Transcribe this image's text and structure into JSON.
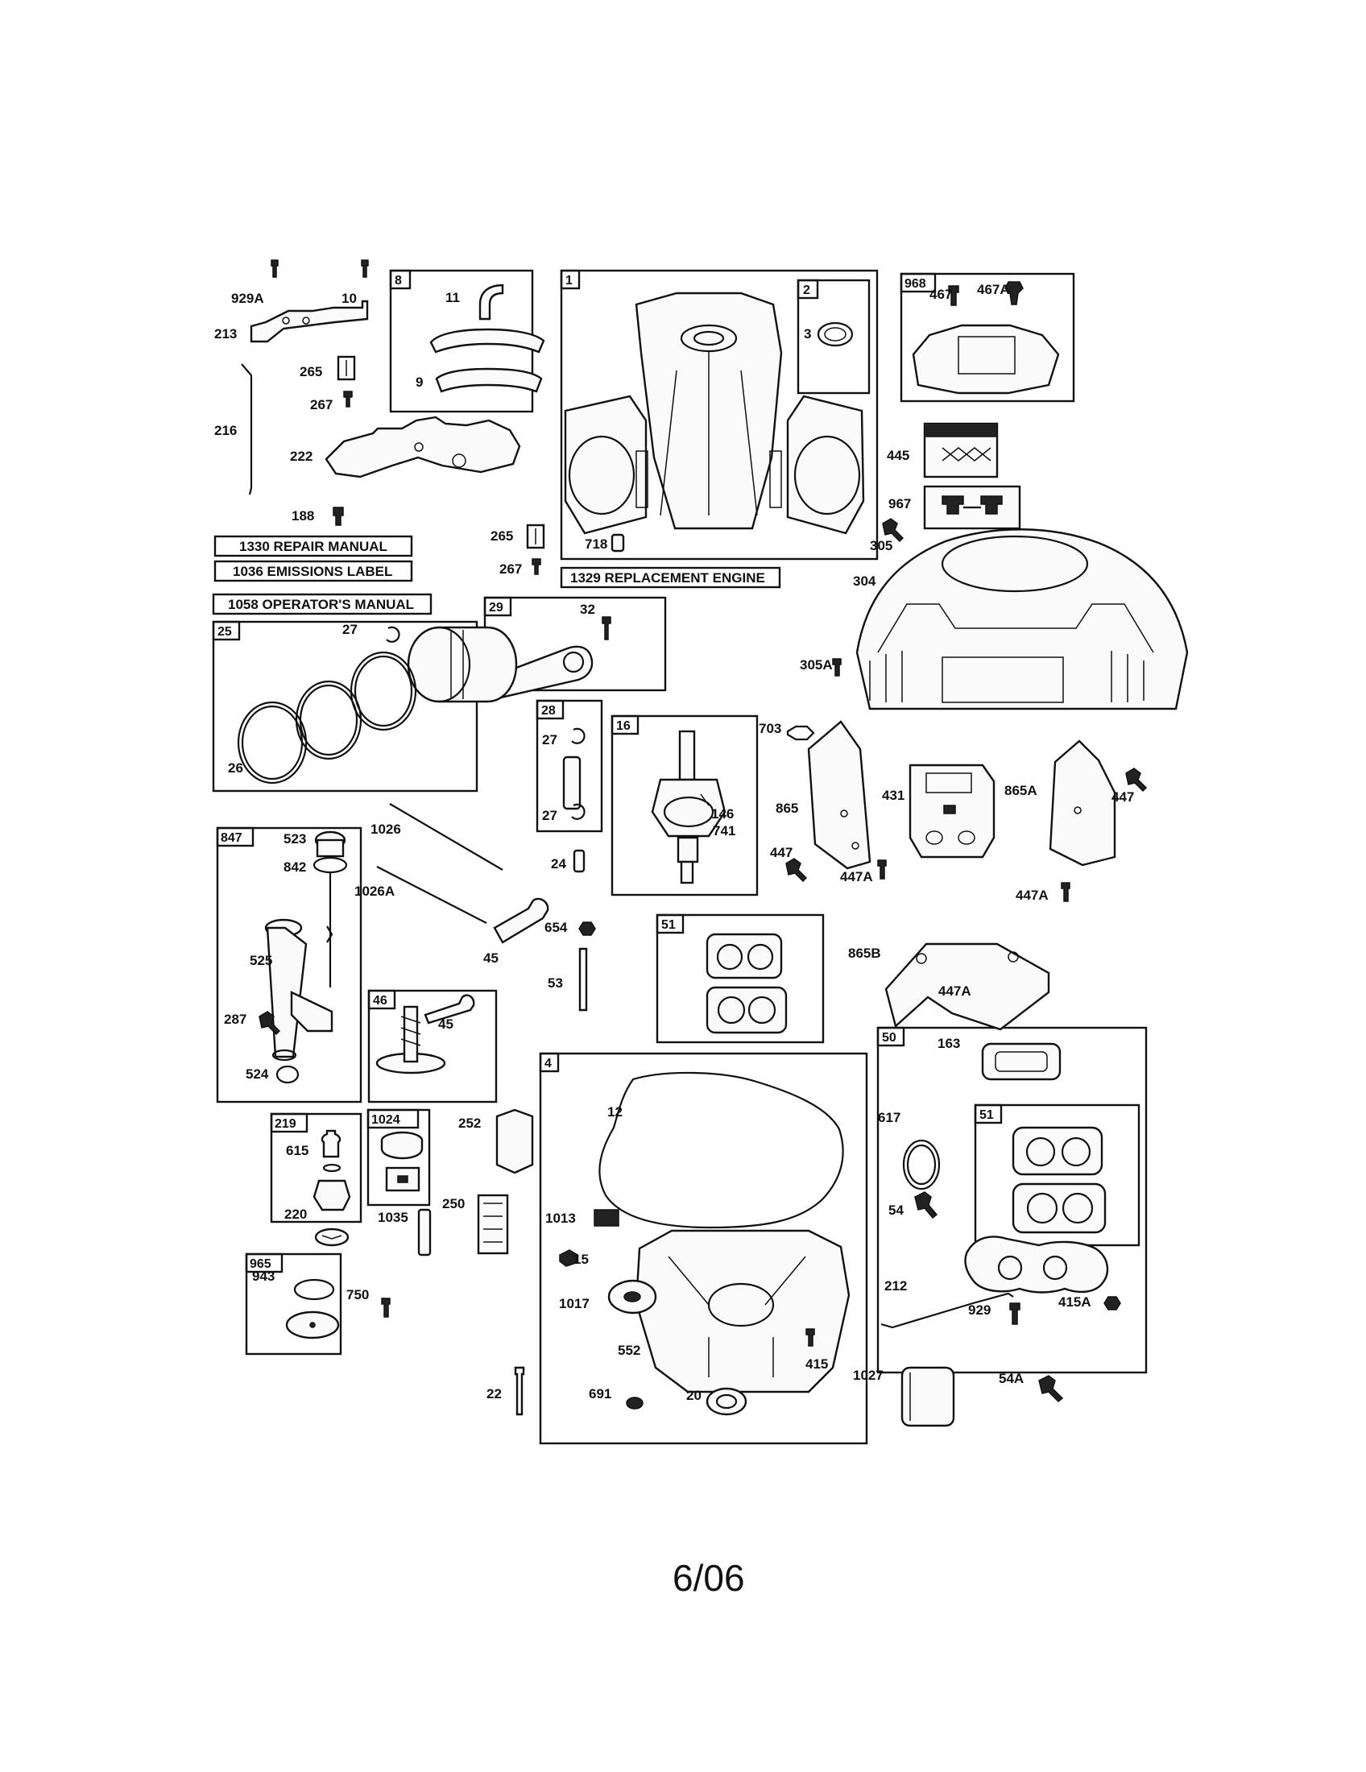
{
  "boxes": {
    "b8": "8",
    "b1": "1",
    "b2": "2",
    "b968": "968",
    "b29": "29",
    "b25": "25",
    "b28": "28",
    "b16": "16",
    "b847": "847",
    "b46": "46",
    "b51a": "51",
    "b4": "4",
    "b50": "50",
    "b51b": "51",
    "b219": "219",
    "b1024": "1024",
    "b965": "965"
  },
  "notes": {
    "repair_manual": "1330 REPAIR MANUAL",
    "emissions_label": "1036 EMISSIONS LABEL",
    "operators_manual": "1058 OPERATOR'S MANUAL",
    "replacement_engine": "1329 REPLACEMENT ENGINE"
  },
  "labels": {
    "p929A": "929A",
    "p10": "10",
    "p213": "213",
    "p265a": "265",
    "p267a": "267",
    "p216": "216",
    "p222": "222",
    "p188": "188",
    "p11": "11",
    "p9": "9",
    "p3": "3",
    "p718": "718",
    "p265b": "265",
    "p267b": "267",
    "p305": "305",
    "p467": "467",
    "p467A": "467A",
    "p445": "445",
    "p967": "967",
    "p304": "304",
    "p27a": "27",
    "p26": "26",
    "p32": "32",
    "p27b": "27",
    "p27c": "27",
    "p146": "146",
    "p741": "741",
    "p24": "24",
    "p305A": "305A",
    "p703": "703",
    "p865": "865",
    "p431": "431",
    "p865A": "865A",
    "p447a": "447",
    "p447b": "447",
    "p447Aa": "447A",
    "p447Ab": "447A",
    "p447Ac": "447A",
    "p865B": "865B",
    "p1026": "1026",
    "p1026A": "1026A",
    "p523": "523",
    "p842": "842",
    "p525": "525",
    "p287": "287",
    "p524": "524",
    "p45a": "45",
    "p45b": "45",
    "p654": "654",
    "p53": "53",
    "p12": "12",
    "p163": "163",
    "p617": "617",
    "p54": "54",
    "p212": "212",
    "p929": "929",
    "p415A": "415A",
    "p252": "252",
    "p615": "615",
    "p220": "220",
    "p1035": "1035",
    "p250": "250",
    "p943": "943",
    "p750": "750",
    "p1013": "1013",
    "p15": "15",
    "p1017": "1017",
    "p552": "552",
    "p415": "415",
    "p22": "22",
    "p691": "691",
    "p20": "20",
    "p1027": "1027",
    "p54A": "54A"
  },
  "footer": "6/06"
}
